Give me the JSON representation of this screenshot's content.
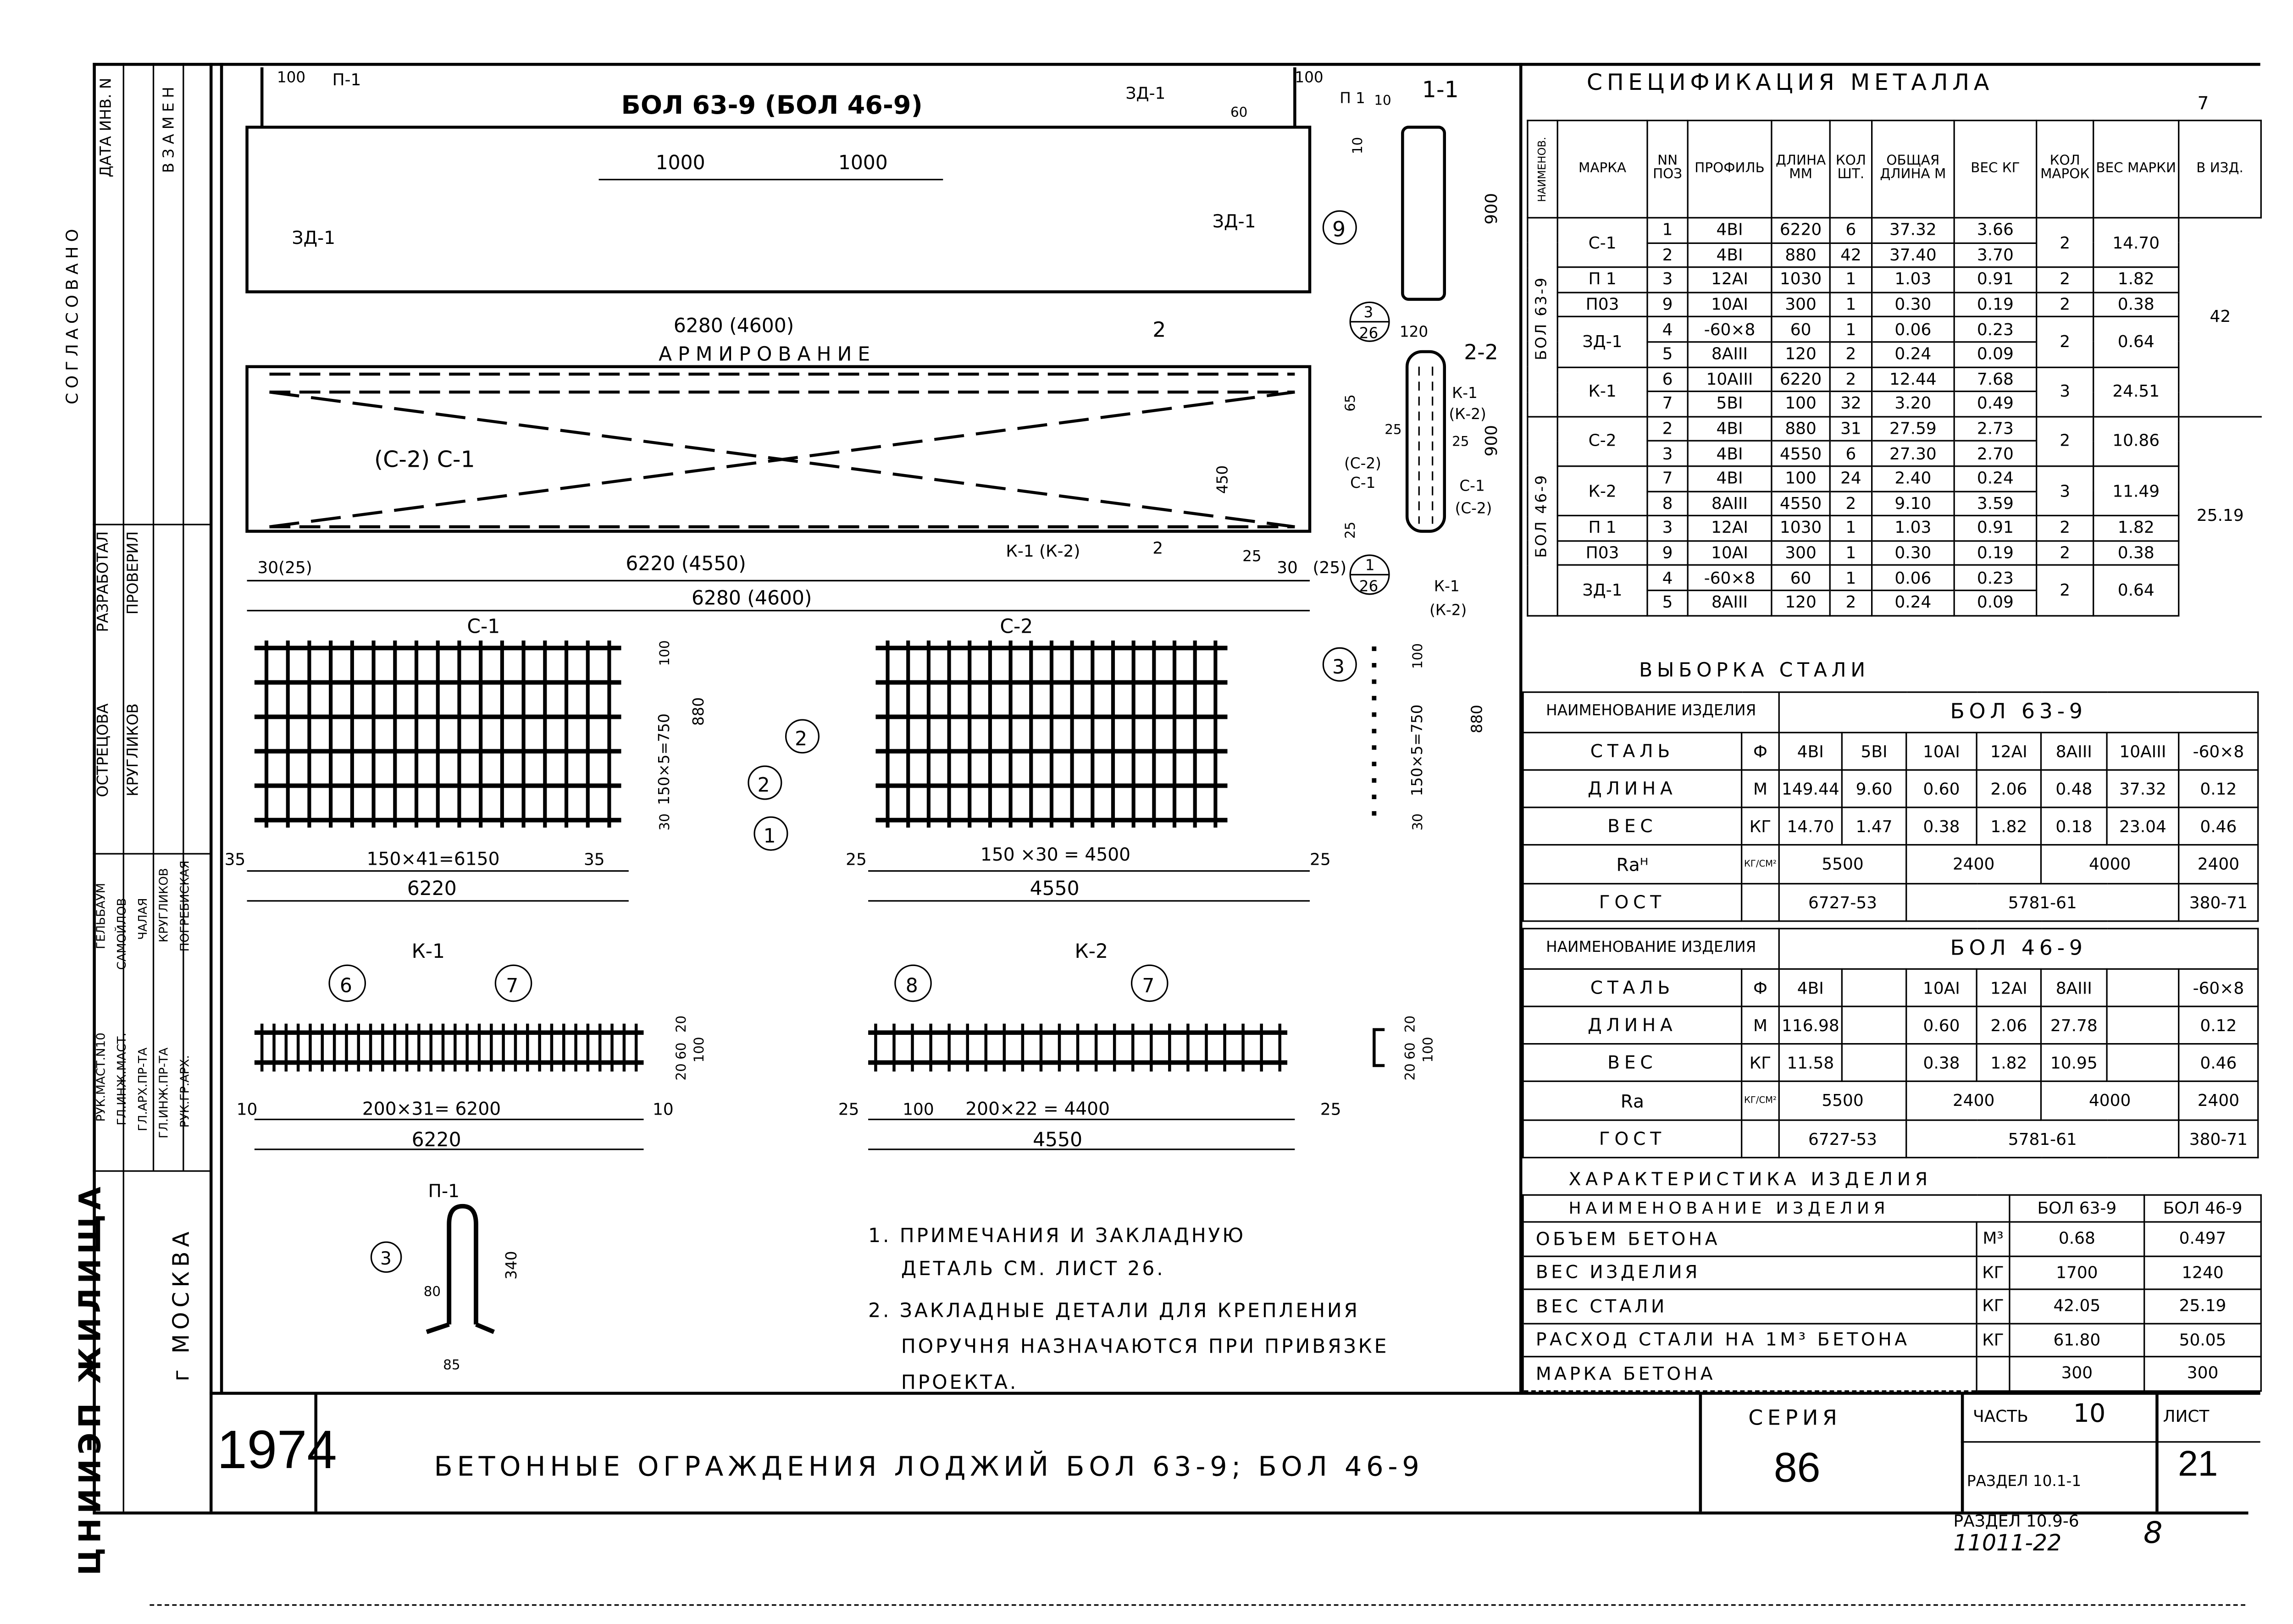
{
  "drawing": {
    "title": "БОЛ 63-9 (БОЛ 46-9)",
    "elevation": {
      "p1_label": "П-1",
      "dim_100_left": "100",
      "dim_100_right": "100",
      "zd1_left": "ЗД-1",
      "zd1_top": "ЗД-1",
      "zd1_right": "ЗД-1",
      "dim_1000_a": "1000",
      "dim_1000_b": "1000",
      "dim_60": "60",
      "p1_right": "П 1",
      "pos9": "9",
      "dim_10": "10"
    },
    "section_1_1": {
      "label": "1-1",
      "dim_900": "900",
      "dim_120": "120",
      "dim_10": "10"
    },
    "dim_total_top": "6280 (4600)",
    "reinforcement_title": "АРМИРОВАНИЕ",
    "reinforcement": {
      "mesh_label": "(С-2)  С-1",
      "dim_450": "450",
      "dim_30_25": "30(25)",
      "dim_6220": "6220 (4550)",
      "dim_6280": "6280 (4600)",
      "k_label": "К-1  (К-2)",
      "dim_30": "30",
      "dim_25": "(25)",
      "dim_25b": "25",
      "cut_2": "2",
      "ref_num": "1",
      "ref_sheet": "26",
      "ref3_num": "3",
      "ref3_sheet": "26"
    },
    "section_2_2": {
      "label": "2-2",
      "k1": "К-1",
      "k2": "(К-2)",
      "c2": "(С-2)",
      "c1": "С-1",
      "c1b": "С-1",
      "c2b": "(С-2)",
      "dim_900": "900",
      "dim_65": "65",
      "dim_25a": "25",
      "dim_25b": "25",
      "dim_25c": "25",
      "k1b": "К-1",
      "k2b": "(К-2)"
    },
    "mesh_c1": {
      "label": "С-1",
      "dim_span": "150×41=6150",
      "dim_total": "6220",
      "dim_35a": "35",
      "dim_35b": "35",
      "dim_vert": "150×5=750",
      "dim_880": "880",
      "dim_100": "100",
      "dim_30": "30",
      "pos2a": "2",
      "pos2b": "2",
      "pos1": "1"
    },
    "mesh_c2": {
      "label": "С-2",
      "dim_span": "150 ×30 = 4500",
      "dim_total": "4550",
      "dim_25a": "25",
      "dim_25b": "25",
      "pos3": "3",
      "dim_vert": "150×5=750",
      "dim_880": "880",
      "dim_100": "100",
      "dim_30": "30"
    },
    "frame_k1": {
      "label": "К-1",
      "pos6": "6",
      "pos7": "7",
      "dim_span": "200×31= 6200",
      "dim_total": "6220",
      "dim_10a": "10",
      "dim_10b": "10",
      "dim_20a": "20",
      "dim_60": "60",
      "dim_20b": "20",
      "dim_100": "100"
    },
    "frame_k2": {
      "label": "К-2",
      "pos8": "8",
      "pos7": "7",
      "dim_span": "200×22 = 4400",
      "dim_total": "4550",
      "dim_25a": "25",
      "dim_100": "100",
      "dim_25b": "25",
      "dim_20a": "20",
      "dim_60": "60",
      "dim_20b": "20",
      "dim_100b": "100"
    },
    "detail_p1": {
      "label": "П-1",
      "pos3": "3",
      "dim_340": "340",
      "dim_80": "80",
      "dim_85": "85"
    },
    "notes": [
      "1. ПРИМЕЧАНИЯ И ЗАКЛАДНУЮ",
      "ДЕТАЛЬ СМ. ЛИСТ 26.",
      "2. ЗАКЛАДНЫЕ ДЕТАЛИ ДЛЯ КРЕПЛЕНИЯ",
      "ПОРУЧНЯ НАЗНАЧАЮТСЯ ПРИ ПРИВЯЗКЕ",
      "ПРОЕКТА."
    ]
  },
  "spec": {
    "title": "СПЕЦИФИКАЦИЯ   МЕТАЛЛА",
    "corner": "7",
    "headers": [
      "НАИМЕНОВ.",
      "МАРКА",
      "NN ПОЗ",
      "ПРОФИЛЬ",
      "ДЛИНА ММ",
      "КОЛ ШТ.",
      "ОБЩАЯ ДЛИНА М",
      "ВЕС КГ",
      "КОЛ МАРОК",
      "ВЕС МАРКИ",
      "В ИЗД."
    ],
    "products": [
      {
        "name": "БОЛ 63-9",
        "weight": "42",
        "marks": [
          {
            "marka": "С-1",
            "kol": "2",
            "ves": "14.70",
            "items": [
              [
                "1",
                "4ВI",
                "6220",
                "6",
                "37.32",
                "3.66"
              ],
              [
                "2",
                "4ВI",
                "880",
                "42",
                "37.40",
                "3.70"
              ]
            ]
          },
          {
            "marka": "П 1",
            "kol": "2",
            "ves": "1.82",
            "items": [
              [
                "3",
                "12АI",
                "1030",
                "1",
                "1.03",
                "0.91"
              ]
            ]
          },
          {
            "marka": "П03",
            "kol": "2",
            "ves": "0.38",
            "items": [
              [
                "9",
                "10АI",
                "300",
                "1",
                "0.30",
                "0.19"
              ]
            ]
          },
          {
            "marka": "ЗД-1",
            "kol": "2",
            "ves": "0.64",
            "items": [
              [
                "4",
                "-60×8",
                "60",
                "1",
                "0.06",
                "0.23"
              ],
              [
                "5",
                "8АIII",
                "120",
                "2",
                "0.24",
                "0.09"
              ]
            ]
          },
          {
            "marka": "К-1",
            "kol": "3",
            "ves": "24.51",
            "items": [
              [
                "6",
                "10АIII",
                "6220",
                "2",
                "12.44",
                "7.68"
              ],
              [
                "7",
                "5ВI",
                "100",
                "32",
                "3.20",
                "0.49"
              ]
            ]
          }
        ]
      },
      {
        "name": "БОЛ 46-9",
        "weight": "25.19",
        "marks": [
          {
            "marka": "С-2",
            "kol": "2",
            "ves": "10.86",
            "items": [
              [
                "2",
                "4ВI",
                "880",
                "31",
                "27.59",
                "2.73"
              ],
              [
                "3",
                "4ВI",
                "4550",
                "6",
                "27.30",
                "2.70"
              ]
            ]
          },
          {
            "marka": "К-2",
            "kol": "3",
            "ves": "11.49",
            "items": [
              [
                "7",
                "4ВI",
                "100",
                "24",
                "2.40",
                "0.24"
              ],
              [
                "8",
                "8АIII",
                "4550",
                "2",
                "9.10",
                "3.59"
              ]
            ]
          },
          {
            "marka": "П 1",
            "kol": "2",
            "ves": "1.82",
            "items": [
              [
                "3",
                "12АI",
                "1030",
                "1",
                "1.03",
                "0.91"
              ]
            ]
          },
          {
            "marka": "П03",
            "kol": "2",
            "ves": "0.38",
            "items": [
              [
                "9",
                "10АI",
                "300",
                "1",
                "0.30",
                "0.19"
              ]
            ]
          },
          {
            "marka": "ЗД-1",
            "kol": "2",
            "ves": "0.64",
            "items": [
              [
                "4",
                "-60×8",
                "60",
                "1",
                "0.06",
                "0.23"
              ],
              [
                "5",
                "8АIII",
                "120",
                "2",
                "0.24",
                "0.09"
              ]
            ]
          }
        ]
      }
    ]
  },
  "steel_selection": {
    "title": "ВЫБОРКА   СТАЛИ",
    "tables": [
      {
        "name_label": "НАИМЕНОВАНИЕ ИЗДЕЛИЯ",
        "product": "БОЛ 63-9",
        "rows": [
          {
            "label": "СТАЛЬ",
            "unit": "Ф",
            "cells": [
              "4ВI",
              "5ВI",
              "10АI",
              "12АI",
              "8АIII",
              "10АIII",
              "-60×8"
            ]
          },
          {
            "label": "ДЛИНА",
            "unit": "М",
            "cells": [
              "149.44",
              "9.60",
              "0.60",
              "2.06",
              "0.48",
              "37.32",
              "0.12"
            ]
          },
          {
            "label": "ВЕС",
            "unit": "КГ",
            "cells": [
              "14.70",
              "1.47",
              "0.38",
              "1.82",
              "0.18",
              "23.04",
              "0.46"
            ]
          }
        ],
        "ra_label": "Rаᴴ",
        "ra_unit": "КГ/СМ²",
        "ra": [
          "5500",
          "2400",
          "4000",
          "2400"
        ],
        "gost_label": "ГОСТ",
        "gost": [
          "6727-53",
          "5781-61",
          "380-71"
        ]
      },
      {
        "name_label": "НАИМЕНОВАНИЕ ИЗДЕЛИЯ",
        "product": "БОЛ 46-9",
        "rows": [
          {
            "label": "СТАЛЬ",
            "unit": "Ф",
            "cells": [
              "4ВI",
              "",
              "10АI",
              "12АI",
              "8АIII",
              "",
              "-60×8"
            ]
          },
          {
            "label": "ДЛИНА",
            "unit": "М",
            "cells": [
              "116.98",
              "",
              "0.60",
              "2.06",
              "27.78",
              "",
              "0.12"
            ]
          },
          {
            "label": "ВЕС",
            "unit": "КГ",
            "cells": [
              "11.58",
              "",
              "0.38",
              "1.82",
              "10.95",
              "",
              "0.46"
            ]
          }
        ],
        "ra_label": "Rа",
        "ra_unit": "КГ/СМ²",
        "ra": [
          "5500",
          "2400",
          "4000",
          "2400"
        ],
        "gost_label": "ГОСТ",
        "gost": [
          "6727-53",
          "5781-61",
          "380-71"
        ]
      }
    ]
  },
  "characteristics": {
    "title": "ХАРАКТЕРИСТИКА   ИЗДЕЛИЯ",
    "header": [
      "НАИМЕНОВАНИЕ ИЗДЕЛИЯ",
      "БОЛ 63-9",
      "БОЛ 46-9"
    ],
    "rows": [
      [
        "ОБЪЕМ БЕТОНА",
        "М³",
        "0.68",
        "0.497"
      ],
      [
        "ВЕС ИЗДЕЛИЯ",
        "КГ",
        "1700",
        "1240"
      ],
      [
        "ВЕС СТАЛИ",
        "КГ",
        "42.05",
        "25.19"
      ],
      [
        "РАСХОД СТАЛИ НА 1М³ БЕТОНА",
        "КГ",
        "61.80",
        "50.05"
      ],
      [
        "МАРКА БЕТОНА",
        "",
        "300",
        "300"
      ]
    ]
  },
  "title_block": {
    "year": "1974",
    "title": "БЕТОННЫЕ ОГРАЖДЕНИЯ ЛОДЖИЙ БОЛ 63-9; БОЛ 46-9",
    "series_label": "СЕРИЯ",
    "series": "86",
    "part_label": "ЧАСТЬ",
    "part": "10",
    "section_label": "РАЗДЕЛ 10.1-1",
    "sheet_label": "ЛИСТ",
    "sheet": "21",
    "below_section": "РАЗДЕЛ 10.9-6",
    "archive_no": "11011-22",
    "archive_page": "8"
  },
  "sidebar": {
    "agreed": "СОГЛАСОВАНО",
    "date_inv": "ДАТА ИНВ. N",
    "replace": "ВЗАМЕН",
    "org": "ЦНИИЭП ЖИЛИЩА",
    "city": "г МОСКВА",
    "roles": [
      "РУК.МАСТ.N10",
      "ГЛ.ИНЖ.МАСТ.",
      "ГЛ.АРХ.ПР-ТА",
      "ГЛ.ИНЖ.ПР-ТА",
      "РУК.ГР.АРХ."
    ],
    "signers": [
      "ГЕЛЬБАУМ",
      "САМОЙЛОВ",
      "ЧАЛАЯ",
      "КРУГЛИКОВ",
      "ПОГРЕБИСКАЯ"
    ],
    "roles2": [
      "РАЗРАБОТАЛ",
      "ПРОВЕРИЛ"
    ],
    "names2": [
      "ОСТРЕЦОВА",
      "КРУГЛИКОВ"
    ]
  }
}
